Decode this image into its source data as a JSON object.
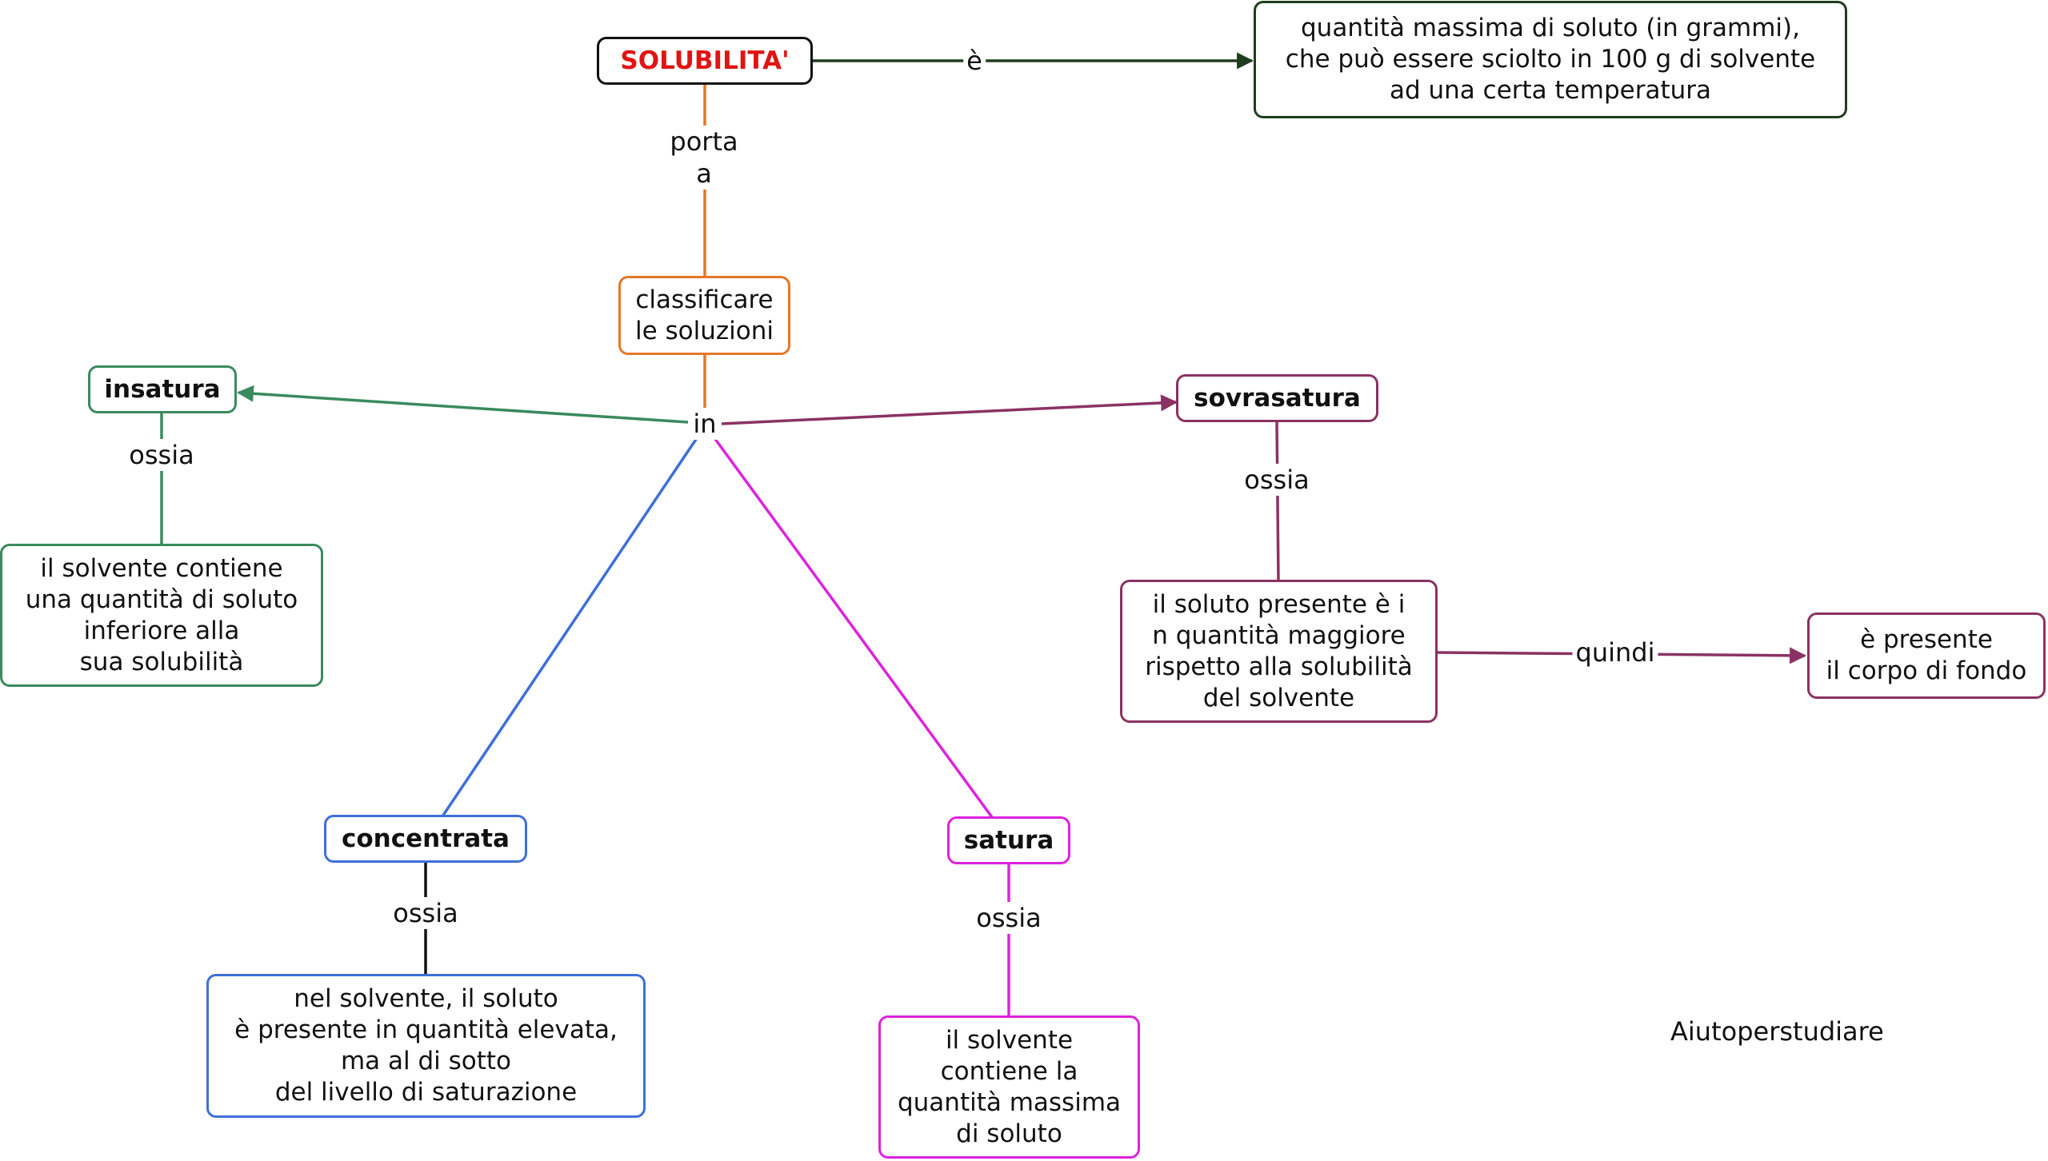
{
  "colors": {
    "title_text": "#e01414",
    "dark_green": "#1e3d1e",
    "orange": "#e67628",
    "green": "#3a8a5e",
    "purple": "#8a3263",
    "blue": "#3e6fd8",
    "magenta": "#dd22dd",
    "black": "#111111"
  },
  "nodes": {
    "solubilita": "SOLUBILITA'",
    "definizione": "quantità massima di soluto (in grammi),\nche può essere sciolto in 100 g di solvente\nad una certa temperatura",
    "classificare": "classificare\nle soluzioni",
    "insatura": "insatura",
    "insatura_desc": "il solvente contiene\nuna quantità di soluto\ninferiore alla\nsua solubilità",
    "sovrasatura": "sovrasatura",
    "sovrasatura_desc": "il soluto presente è i\nn quantità maggiore\nrispetto alla solubilità\ndel solvente",
    "corpo_fondo": "è presente\nil corpo di fondo",
    "concentrata": "concentrata",
    "concentrata_desc": "nel solvente, il soluto\nè presente in quantità elevata,\nma al di sotto\ndel livello di saturazione",
    "satura": "satura",
    "satura_desc": "il solvente\ncontiene la\nquantità massima\ndi soluto"
  },
  "links": {
    "e": "è",
    "porta_a": "porta\na",
    "in": "in",
    "ossia_insatura": "ossia",
    "ossia_sovrasatura": "ossia",
    "quindi": "quindi",
    "ossia_concentrata": "ossia",
    "ossia_satura": "ossia"
  },
  "watermark": "Aiutoperstudiare"
}
